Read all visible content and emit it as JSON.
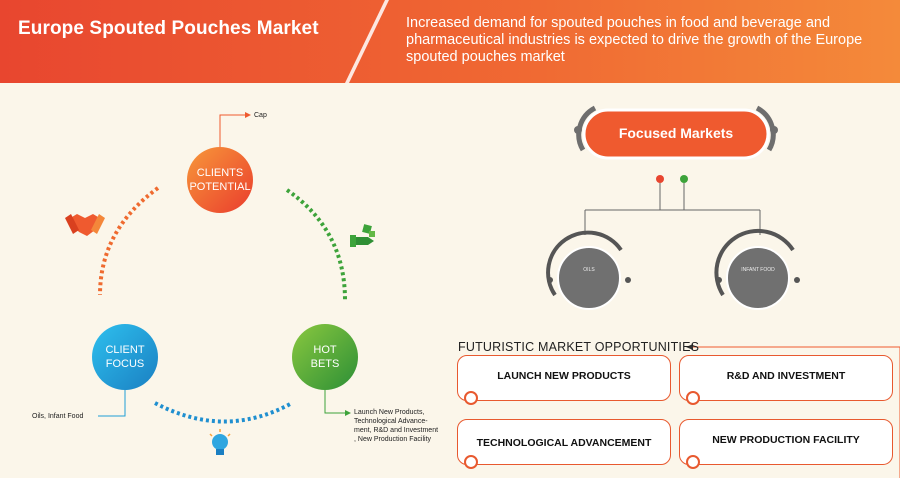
{
  "header": {
    "title": "Europe Spouted Pouches Market",
    "subtitle": "Increased demand for spouted pouches in food and beverage and pharmaceutical industries is expected to drive the growth of the Europe spouted pouches market"
  },
  "cycle": {
    "clients_potential": {
      "line1": "CLIENTS",
      "line2": "POTENTIAL",
      "note": "Cap"
    },
    "client_focus": {
      "line1": "CLIENT",
      "line2": "FOCUS",
      "note": "Oils, Infant Food"
    },
    "hot_bets": {
      "line1": "HOT",
      "line2": "BETS",
      "note": [
        "Launch New Products,",
        "Technological Advance-",
        "ment, R&D and Investment",
        ", New Production Facility"
      ]
    }
  },
  "focused_markets": {
    "title": "Focused Markets",
    "items": [
      "OILS",
      "INFANT FOOD"
    ]
  },
  "opportunities": {
    "title": "FUTURISTIC MARKET OPPORTUNITIES",
    "items": [
      "LAUNCH NEW PRODUCTS",
      "R&D AND INVESTMENT",
      "TECHNOLOGICAL ADVANCEMENT",
      "NEW PRODUCTION FACILITY"
    ]
  },
  "colors": {
    "orange": "#ef5a2f",
    "green": "#3da33a",
    "blue": "#1f9fd6",
    "gray": "#6e6e6e"
  },
  "icons": [
    "handshake-icon",
    "money-hand-icon",
    "lightbulb-icon"
  ]
}
